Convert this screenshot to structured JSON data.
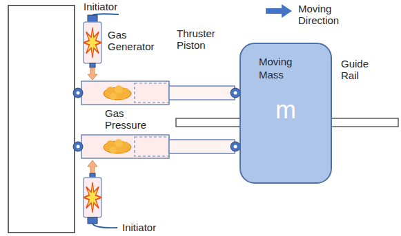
{
  "diagram": {
    "nodes": [
      {
        "text": [
          "Moving Mass",
          "m"
        ]
      }
    ],
    "labels": [
      "Initiator",
      "Gas Generator",
      "Thruster Piston",
      "Moving Direction",
      "Guide Rail",
      "Gas Pressure",
      "Initiator"
    ]
  }
}
